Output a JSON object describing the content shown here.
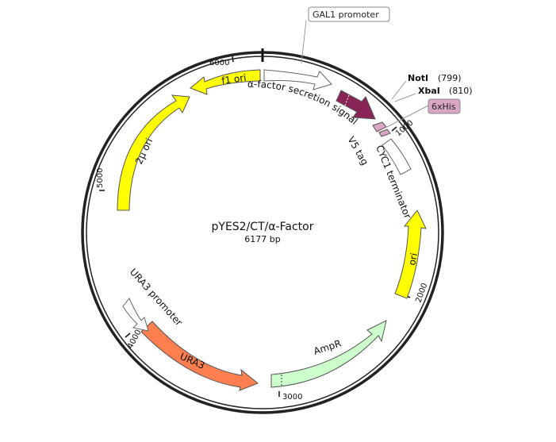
{
  "plasmid": {
    "name": "pYES2/CT/α-Factor",
    "size_label": "6177 bp"
  },
  "ticks": {
    "t1000": "1000",
    "t2000": "2000",
    "t3000": "3000",
    "t4000": "4000",
    "t5000": "5000",
    "t6000": "6000"
  },
  "features": {
    "alpha": "α-factor secretion signal",
    "v5": "V5 tag",
    "cyc1": "CYC1 terminator",
    "ori": "ori",
    "ampr": "AmpR",
    "ura3": "URA3",
    "ura3_promoter": "URA3 promoter",
    "twomu": "2μ ori",
    "f1": "f1 ori"
  },
  "callouts": {
    "gal1": "GAL1 promoter",
    "sixhis": "6xHis"
  },
  "sites": {
    "noti_name": "NotI",
    "noti_pos": "(799)",
    "xbai_name": "XbaI",
    "xbai_pos": "(810)"
  },
  "colors": {
    "gal1": "#ffffff",
    "alpha": "#8b2456",
    "v5": "#d9a6c4",
    "sixhis": "#d9a6c4",
    "ori": "#ffff00",
    "ampr": "#ccffcc",
    "ura3": "#ff7f50",
    "ura3_promoter": "#ffffff",
    "twomu": "#ffff00",
    "f1": "#ffff00"
  }
}
